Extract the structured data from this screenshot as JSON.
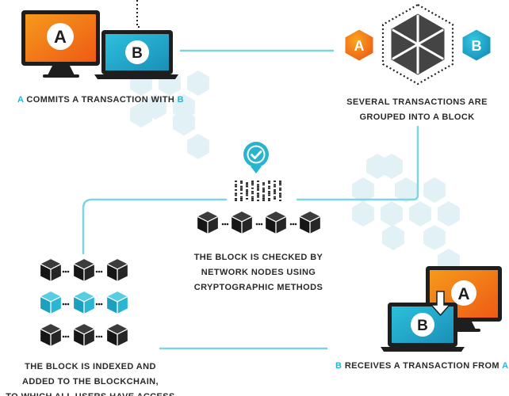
{
  "steps": [
    {
      "letter_a": "A",
      "text": "COMMITS A TRANSACTION WITH",
      "letter_b": "B"
    },
    {
      "line1": "SEVERAL TRANSACTIONS ARE",
      "line2": "GROUPED INTO A BLOCK"
    },
    {
      "line1": "THE BLOCK IS CHECKED BY",
      "line2": "NETWORK NODES USING",
      "line3": "CRYPTOGRAPHIC METHODS"
    },
    {
      "line1": "THE BLOCK IS INDEXED AND",
      "line2": "ADDED TO THE BLOCKCHAIN,",
      "line3": "TO WHICH ALL USERS HAVE ACCESS"
    },
    {
      "letter_b": "B",
      "text": "RECEIVES A TRANSACTION FROM",
      "letter_a": "A"
    }
  ],
  "icon_letters": {
    "a": "A",
    "b": "B"
  },
  "colors": {
    "accent": "#27b4cf",
    "orange": "#f27a1a",
    "dark": "#222222",
    "hex_light": "#e2f1f6",
    "line": "#7ed4e3"
  }
}
